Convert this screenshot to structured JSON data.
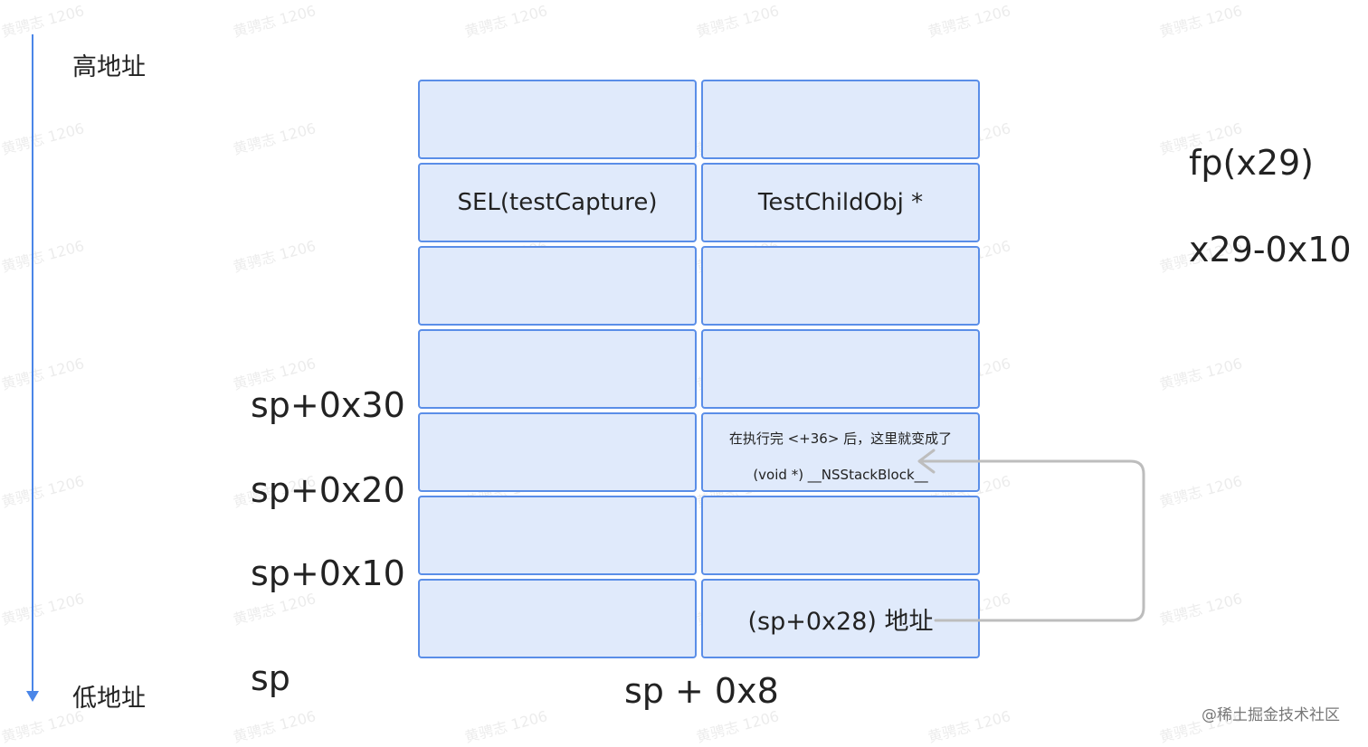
{
  "axis": {
    "high_label": "高地址",
    "low_label": "低地址",
    "color": "#4a86e8"
  },
  "registers": {
    "fp": "fp(x29)",
    "x29_offset": "x29-0x10"
  },
  "offsets": {
    "sp_30": "sp+0x30",
    "sp_20": "sp+0x20",
    "sp_10": "sp+0x10",
    "sp": "sp",
    "sp_8": "sp + 0x8"
  },
  "stack": {
    "rows": [
      {
        "left": "",
        "right": ""
      },
      {
        "left": "SEL(testCapture)",
        "right": "TestChildObj *"
      },
      {
        "left": "",
        "right": ""
      },
      {
        "left": "",
        "right": ""
      },
      {
        "left": "",
        "right_note_line1": "在执行完 <+36> 后，这里就变成了",
        "right_note_line2": "(void *) __NSStackBlock__"
      },
      {
        "left": "",
        "right": ""
      },
      {
        "left": "",
        "right": "(sp+0x28) 地址"
      }
    ],
    "cell_fill": "#e0eafb",
    "cell_border": "#5a8ee8"
  },
  "connector": {
    "color": "#bdbdbd"
  },
  "watermark": {
    "text": "黄骋志 1206"
  },
  "credit": "@稀土掘金技术社区"
}
